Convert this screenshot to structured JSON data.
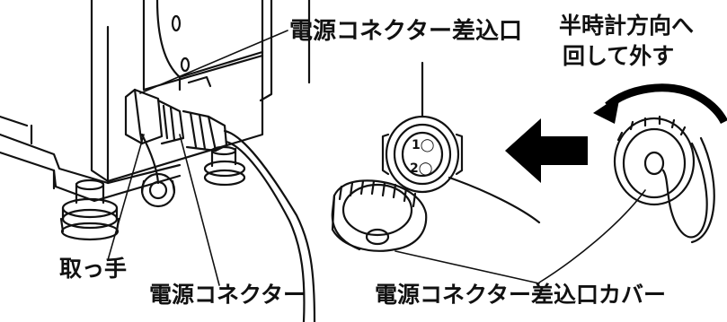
{
  "labels": {
    "connector_port": "電源コネクター差込口",
    "rotate_line1": "半時計方向へ",
    "rotate_line2": "回して外す",
    "handle": "取っ手",
    "connector": "電源コネクター",
    "port_cover": "電源コネクター差込口カバー"
  },
  "socket_pins": {
    "pin1": "1◯",
    "pin2": "2◯"
  },
  "colors": {
    "ink": "#111111",
    "background": "#ffffff",
    "arrow": "#000000"
  }
}
